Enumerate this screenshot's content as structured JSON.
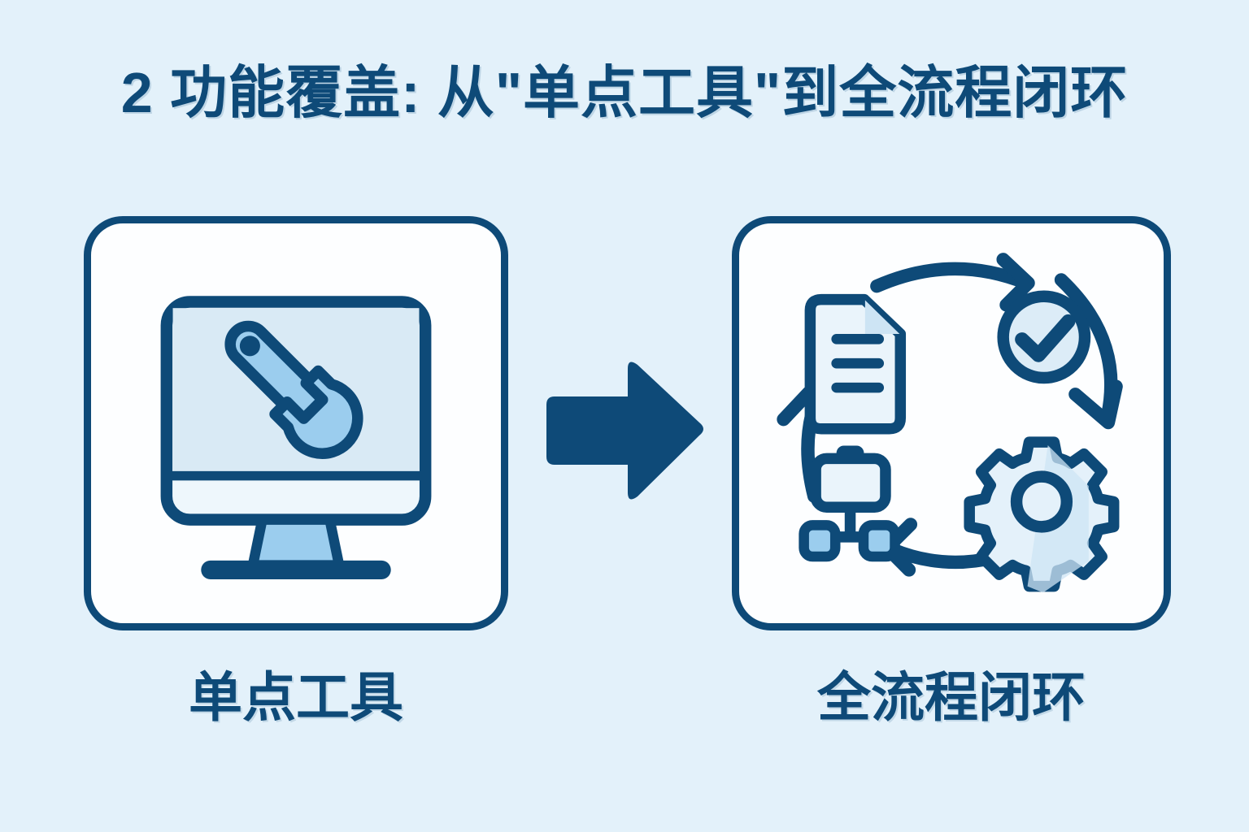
{
  "theme": {
    "background": "#e3f1fa",
    "navy": "#0e4a78",
    "card_fill": "#fdfeff",
    "pale_blue": "#dcecf7",
    "mid_blue": "#9bcdee",
    "screen_fill": "#d9eaf5"
  },
  "title": {
    "number": "2",
    "text": "2  功能覆盖: 从\"单点工具\"到全流程闭环"
  },
  "left_panel": {
    "caption": "单点工具",
    "icon": "monitor-with-wrench-icon"
  },
  "right_panel": {
    "caption": "全流程闭环",
    "icon": "process-cycle-icon",
    "cycle_nodes": [
      {
        "name": "document-icon",
        "position": "top-left"
      },
      {
        "name": "check-circle-icon",
        "position": "top-right"
      },
      {
        "name": "gear-icon",
        "position": "bottom-right"
      },
      {
        "name": "hierarchy-node-icon",
        "position": "bottom-left"
      }
    ],
    "cycle_arrows": 4,
    "cycle_direction": "clockwise"
  },
  "transition": {
    "icon": "right-arrow-icon",
    "direction": "right"
  }
}
